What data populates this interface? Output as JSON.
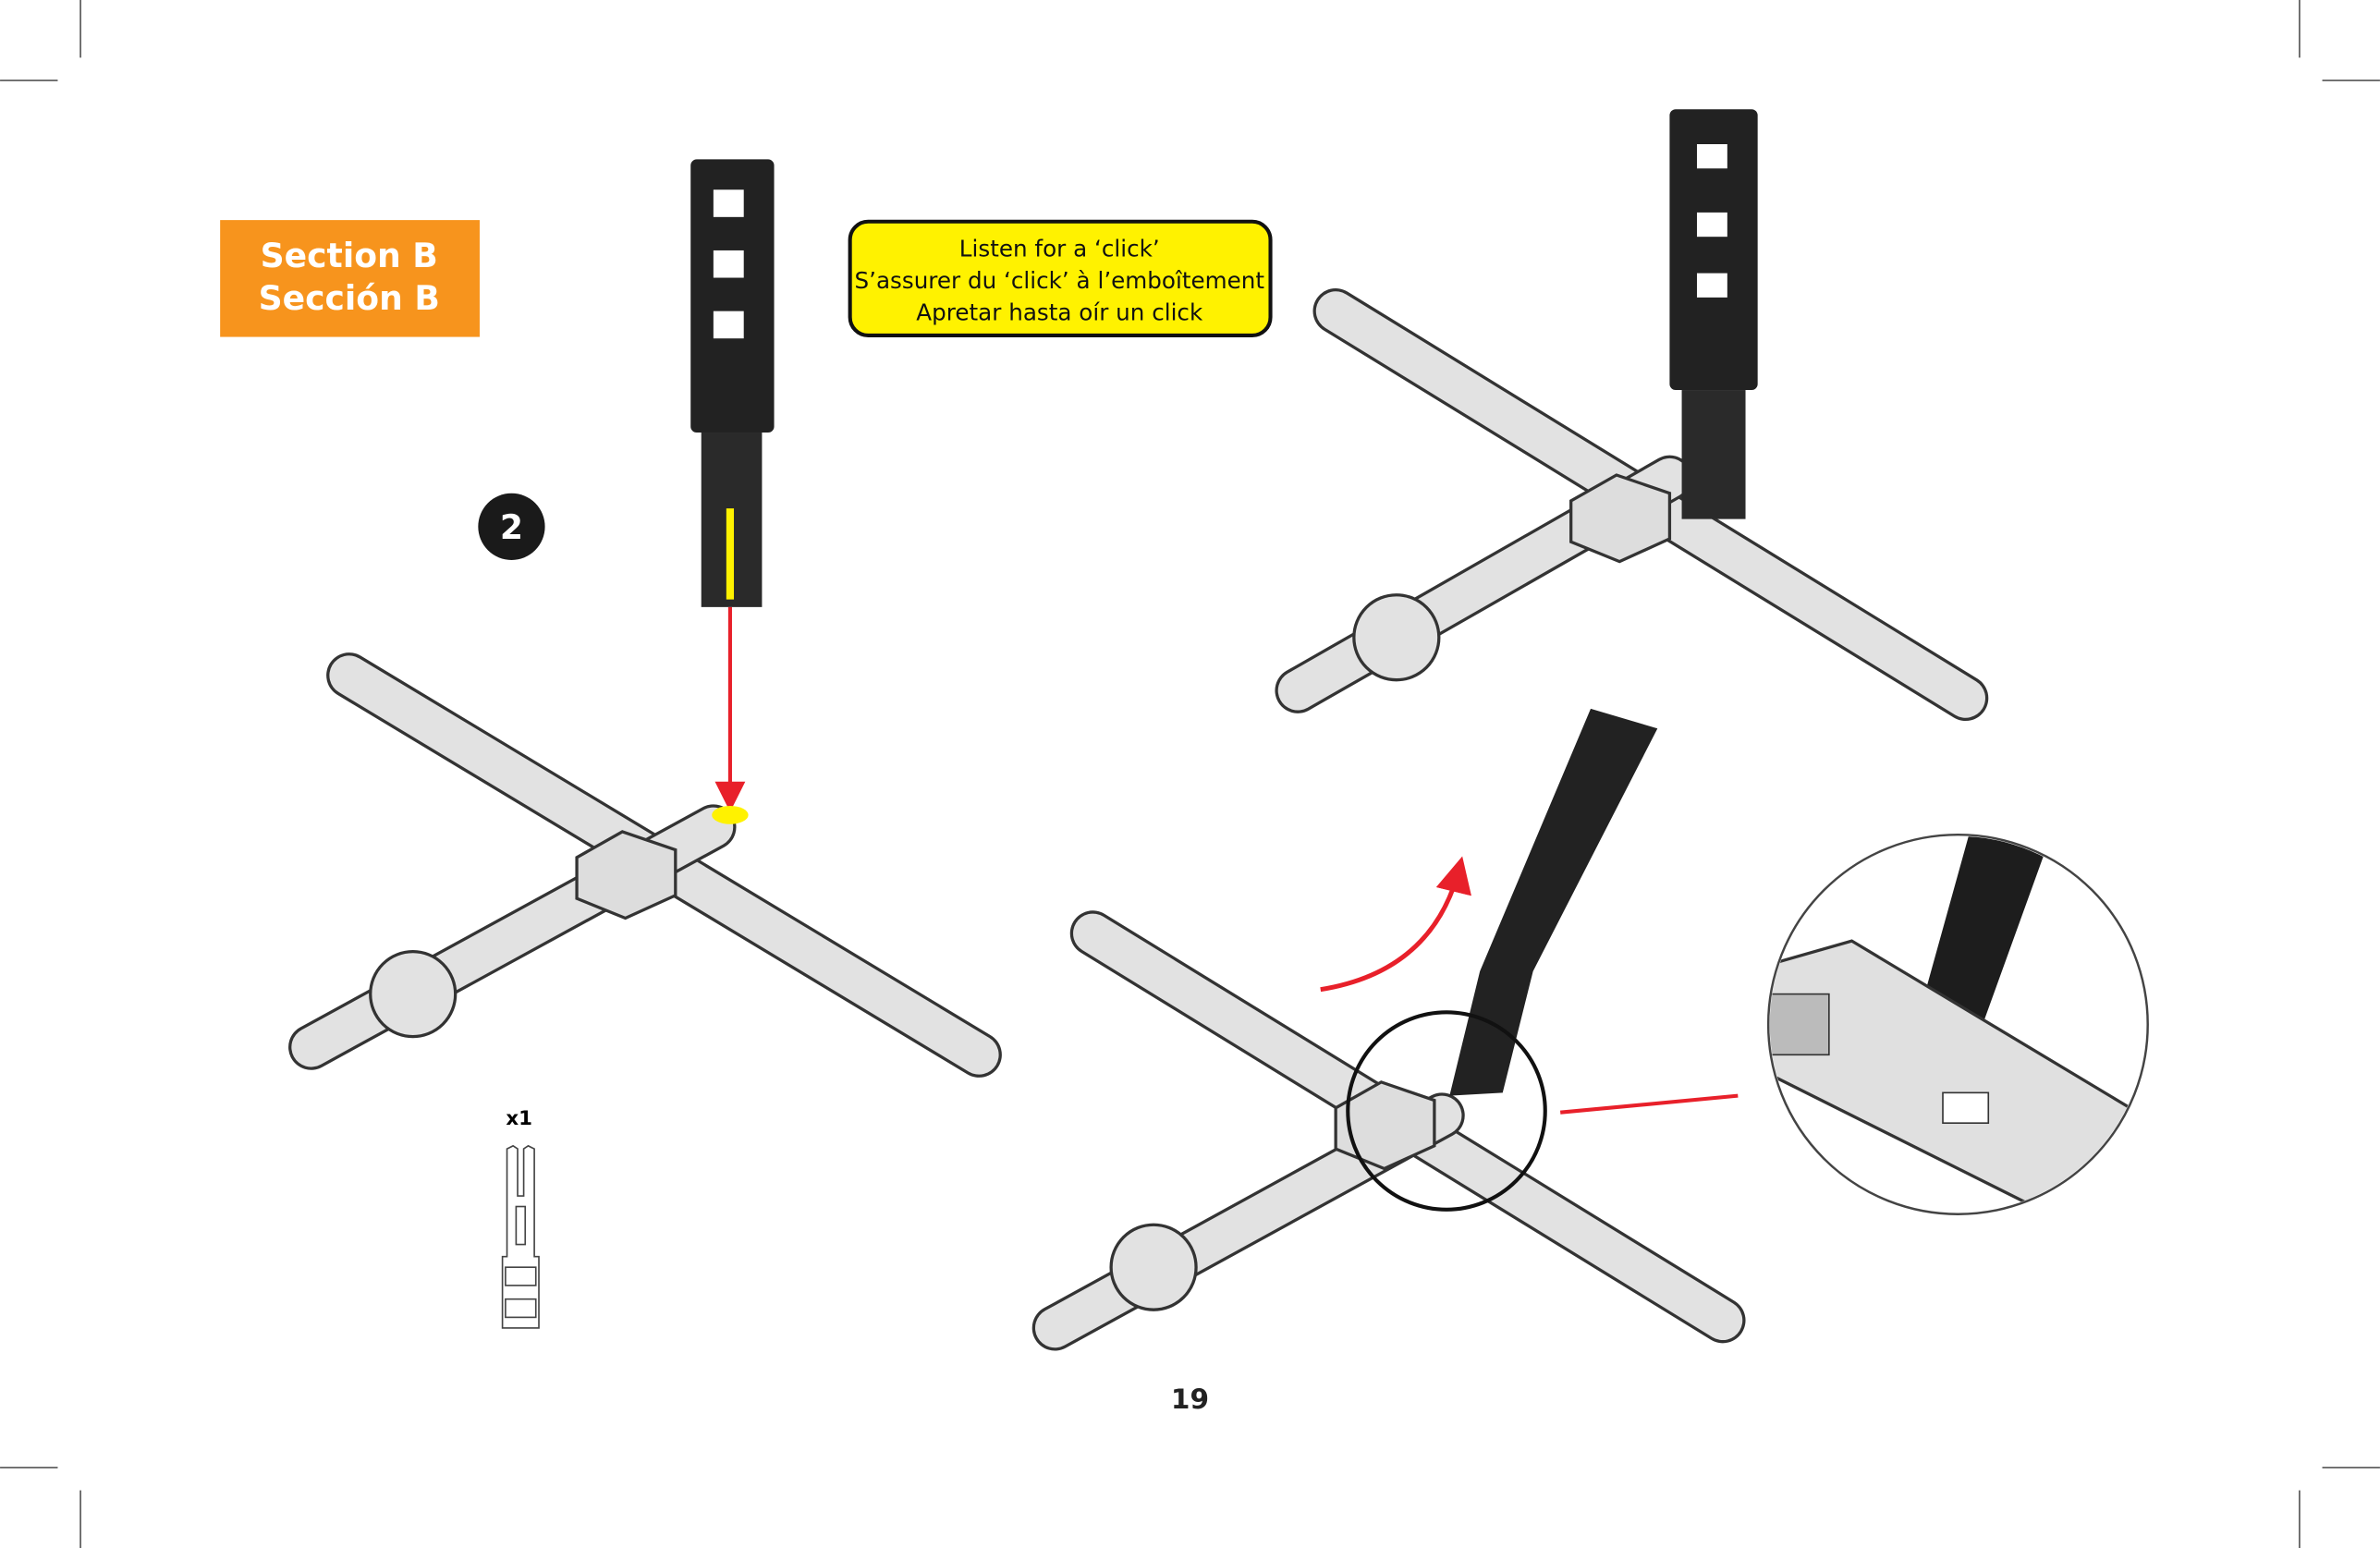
{
  "section_label": {
    "line1": "Section B",
    "line2": "Sección B",
    "color": "#f7941d"
  },
  "callout": {
    "lines": [
      "Listen for a ‘click’",
      "S’assurer du ‘click’ à l’emboîtement",
      "Apretar hasta oír un click"
    ],
    "color": "#fff200"
  },
  "step_number": "2",
  "parts_list": {
    "quantity": "x1"
  },
  "page_number": "19",
  "accent_red": "#e8202a"
}
